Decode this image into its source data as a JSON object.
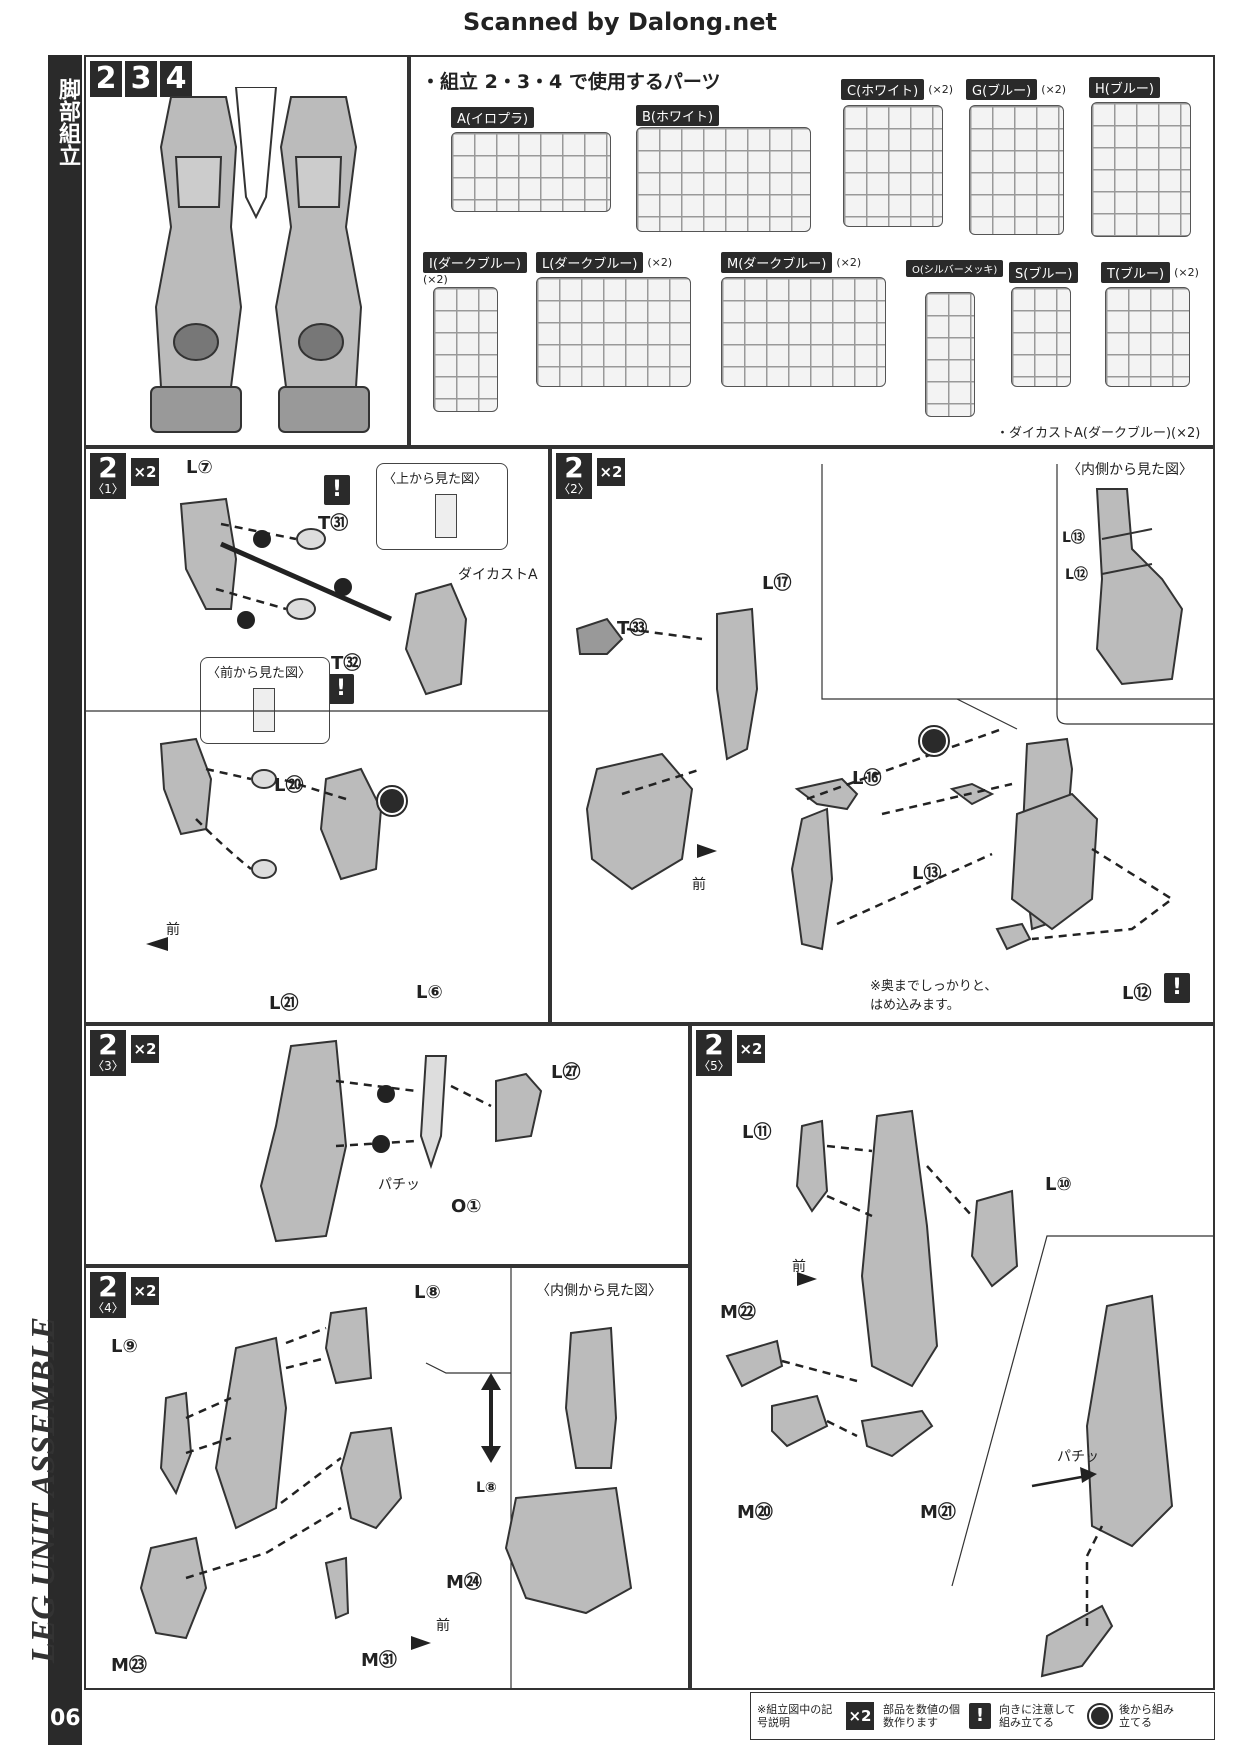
{
  "header": {
    "scan_credit": "Scanned by Dalong.net"
  },
  "sidebar": {
    "section_jp": "脚部組立",
    "section_en": "LEG UNIT ASSEMBLE",
    "page_number": "06"
  },
  "top": {
    "step_digits": [
      "2",
      "3",
      "4"
    ],
    "parts_title": "・組立 2・3・4 で使用するパーツ",
    "runners": [
      {
        "label": "A(イロプラ)",
        "qty": ""
      },
      {
        "label": "B(ホワイト)",
        "qty": ""
      },
      {
        "label": "C(ホワイト)",
        "qty": "(×2)"
      },
      {
        "label": "G(ブルー)",
        "qty": "(×2)"
      },
      {
        "label": "H(ブルー)",
        "qty": ""
      },
      {
        "label": "I(ダークブルー)",
        "qty": "(×2)"
      },
      {
        "label": "L(ダークブルー)",
        "qty": "(×2)"
      },
      {
        "label": "M(ダークブルー)",
        "qty": "(×2)"
      },
      {
        "label": "O(シルバーメッキ)",
        "qty": ""
      },
      {
        "label": "S(ブルー)",
        "qty": ""
      },
      {
        "label": "T(ブルー)",
        "qty": "(×2)"
      }
    ],
    "diecast_note": "・ダイカストA(ダークブルー)(×2)"
  },
  "steps": {
    "s1": {
      "num": "2",
      "sub": "〈1〉",
      "mult": "×2",
      "labels": {
        "l7": "L⑦",
        "t31": "T㉛",
        "t32": "T㉜",
        "diecast": "ダイカストA",
        "l20": "L⑳",
        "l21": "L㉑",
        "l6": "L⑥",
        "mae": "前"
      },
      "view_top": "〈上から見た図〉",
      "view_front": "〈前から見た図〉"
    },
    "s2": {
      "num": "2",
      "sub": "〈2〉",
      "mult": "×2",
      "labels": {
        "t33": "T㉝",
        "l17": "L⑰",
        "l16": "L⑯",
        "l13": "L⑬",
        "l12": "L⑫",
        "mae": "前",
        "l13b": "L⑬",
        "l12b": "L⑫"
      },
      "view_inner": "〈内側から見た図〉",
      "note": "※奥までしっかりと、はめ込みます。"
    },
    "s3": {
      "num": "2",
      "sub": "〈3〉",
      "mult": "×2",
      "labels": {
        "l27": "L㉗",
        "o1": "O①",
        "pachi": "パチッ"
      }
    },
    "s4": {
      "num": "2",
      "sub": "〈4〉",
      "mult": "×2",
      "labels": {
        "l9": "L⑨",
        "l8": "L⑧",
        "l8b": "L⑧",
        "m24": "M㉔",
        "m23": "M㉓",
        "m31": "M㉛",
        "mae": "前"
      },
      "view_inner": "〈内側から見た図〉"
    },
    "s5": {
      "num": "2",
      "sub": "〈5〉",
      "mult": "×2",
      "labels": {
        "l11": "L⑪",
        "l10": "L⑩",
        "m22": "M㉒",
        "m20": "M⑳",
        "m21": "M㉑",
        "mae": "前",
        "pachi": "パチッ"
      }
    }
  },
  "legend": {
    "intro": "※組立図中の記号説明",
    "x2_symbol": "×2",
    "x2_text": "部品を数値の個数作ります",
    "warn_text": "向きに注意して組み立てる",
    "later_text": "後から組み立てる"
  }
}
